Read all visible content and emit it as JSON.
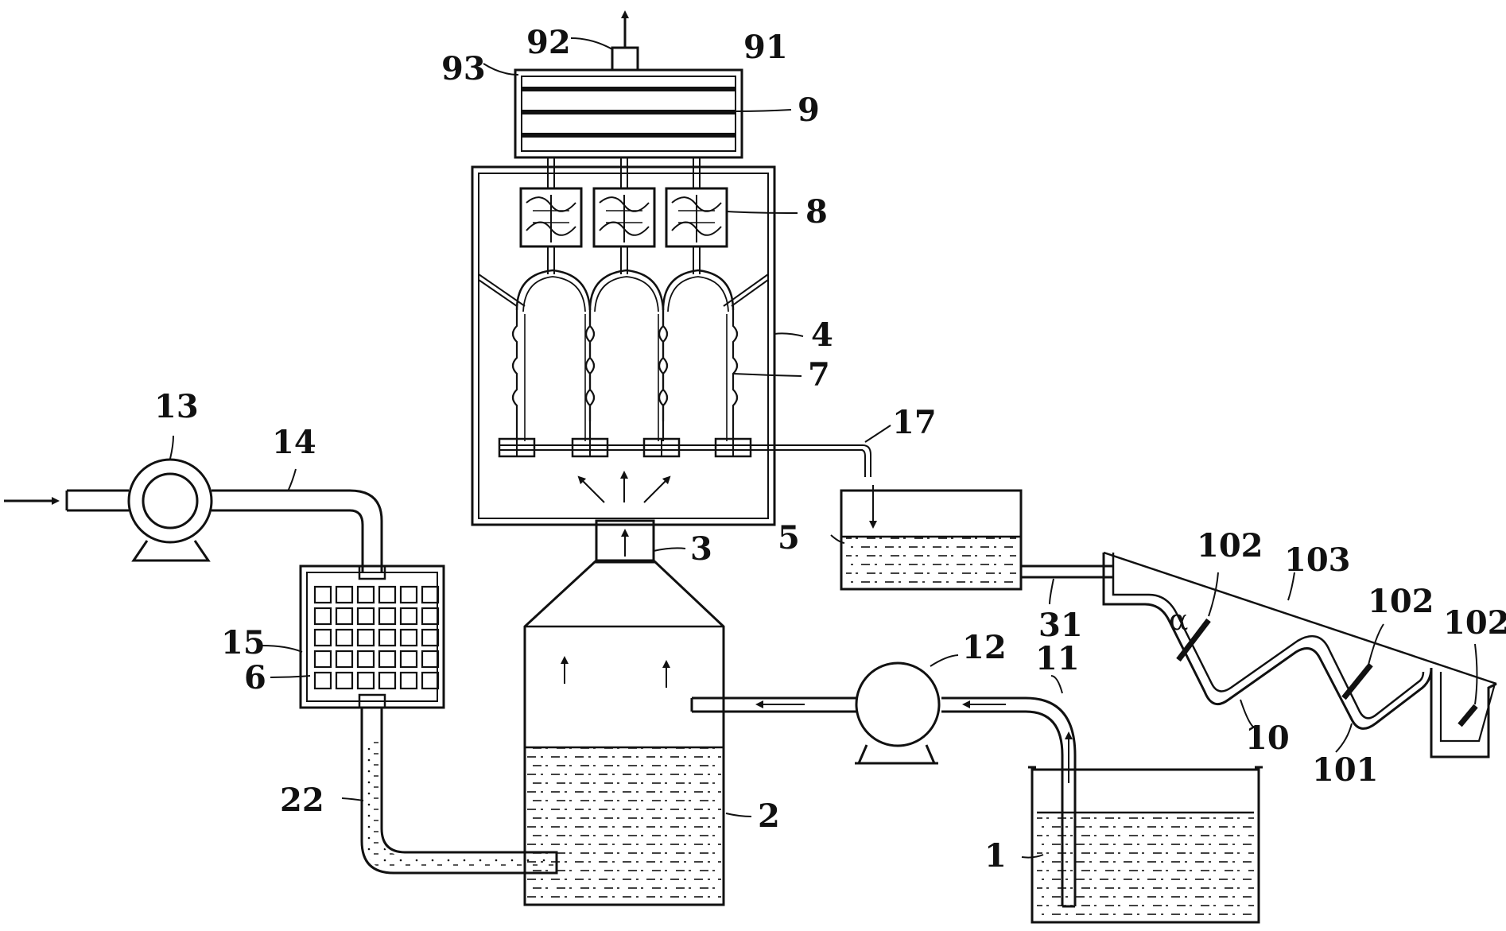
{
  "labels": {
    "l1": "1",
    "l2": "2",
    "l3": "3",
    "l4": "4",
    "l5": "5",
    "l6": "6",
    "l7": "7",
    "l8": "8",
    "l9": "9",
    "l10": "10",
    "l11": "11",
    "l12": "12",
    "l13": "13",
    "l14": "14",
    "l15": "15",
    "l17": "17",
    "l22": "22",
    "l31": "31",
    "l91": "91",
    "l92": "92",
    "l93": "93",
    "l101": "101",
    "l102a": "102",
    "l102b": "102",
    "l102c": "102",
    "l103": "103",
    "alpha": "α"
  },
  "colors": {
    "line": "#111111",
    "background": "#ffffff"
  }
}
